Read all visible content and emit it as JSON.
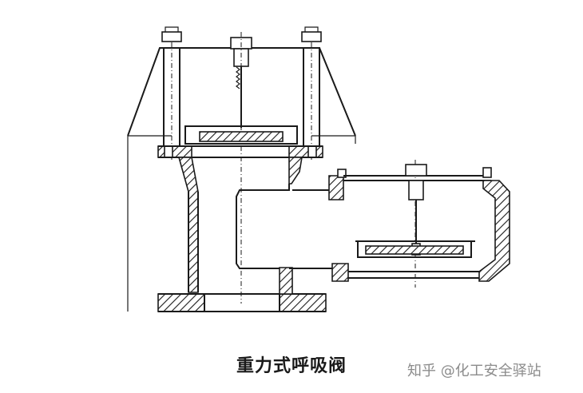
{
  "diagram": {
    "caption": "重力式呼吸阀",
    "watermark": {
      "platform": "知乎",
      "handle": "@化工安全驿站"
    }
  }
}
